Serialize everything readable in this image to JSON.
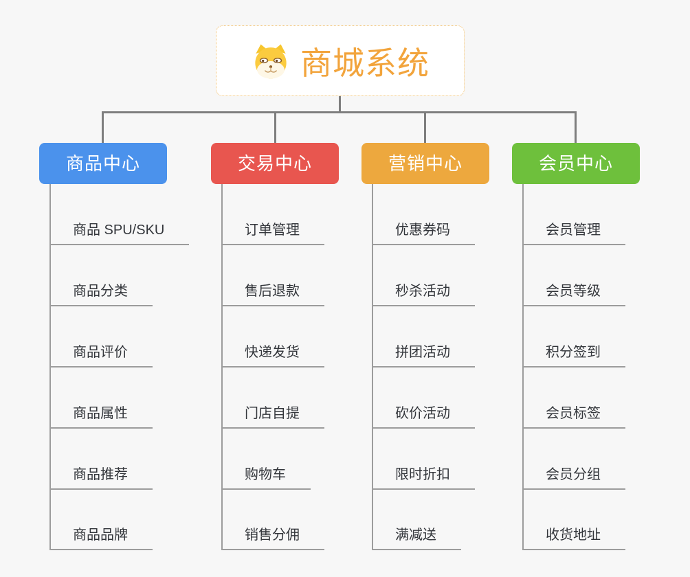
{
  "root": {
    "title": "商城系统",
    "icon": "dog-icon",
    "title_color": "#f2a43c",
    "border_color": "#f2c06e"
  },
  "connector_color": "#7e7e7e",
  "child_line_color": "#9c9c9c",
  "background_color": "#f7f7f7",
  "branches": [
    {
      "label": "商品中心",
      "color": "#4b92ec",
      "children": [
        "商品 SPU/SKU",
        "商品分类",
        "商品评价",
        "商品属性",
        "商品推荐",
        "商品品牌"
      ]
    },
    {
      "label": "交易中心",
      "color": "#e8564f",
      "children": [
        "订单管理",
        "售后退款",
        "快递发货",
        "门店自提",
        "购物车",
        "销售分佣"
      ]
    },
    {
      "label": "营销中心",
      "color": "#eda83e",
      "children": [
        "优惠券码",
        "秒杀活动",
        "拼团活动",
        "砍价活动",
        "限时折扣",
        "满减送"
      ]
    },
    {
      "label": "会员中心",
      "color": "#6ec03c",
      "children": [
        "会员管理",
        "会员等级",
        "积分签到",
        "会员标签",
        "会员分组",
        "收货地址"
      ]
    }
  ]
}
